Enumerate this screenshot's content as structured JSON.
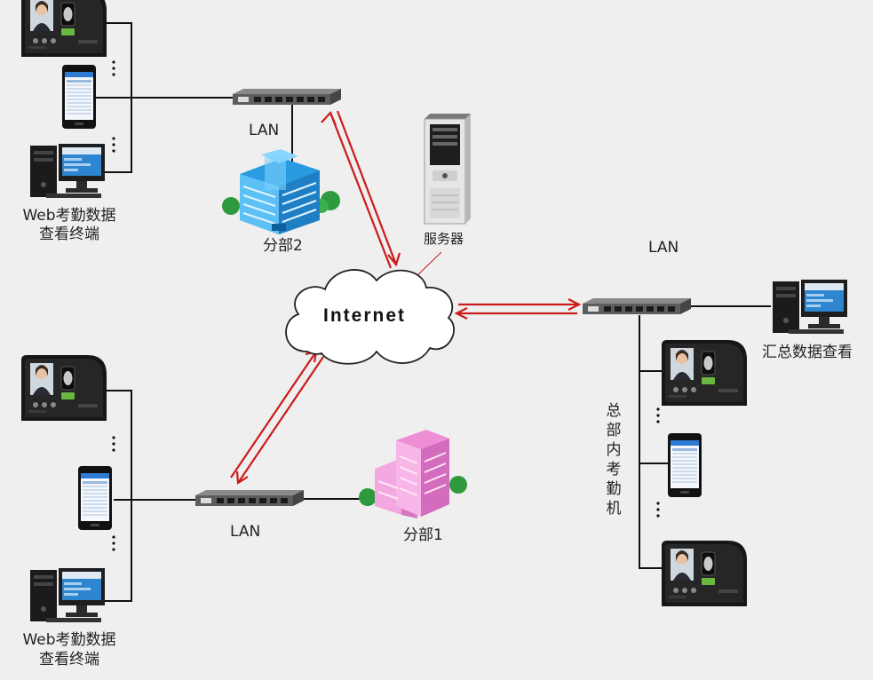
{
  "cloud": {
    "label": "Internet"
  },
  "server": {
    "label": "服务器"
  },
  "branch2": {
    "name": "分部2",
    "lan": "LAN",
    "terminal_label_1": "Web考勤数据",
    "terminal_label_2": "查看终端"
  },
  "branch1": {
    "name": "分部1",
    "lan": "LAN",
    "terminal_label_1": "Web考勤数据",
    "terminal_label_2": "查看终端"
  },
  "hq": {
    "lan": "LAN",
    "summary_label": "汇总数据查看",
    "attendance_label": "总部内考勤机"
  },
  "colors": {
    "link_line": "#111111",
    "arrow": "#cc1b1b",
    "building_blue": "#2a9be0",
    "building_pink": "#ee8fd6"
  },
  "icons": [
    "face-terminal-icon",
    "phone-icon",
    "desktop-pc-icon",
    "switch-icon",
    "server-tower-icon",
    "building-icon",
    "cloud-icon"
  ]
}
